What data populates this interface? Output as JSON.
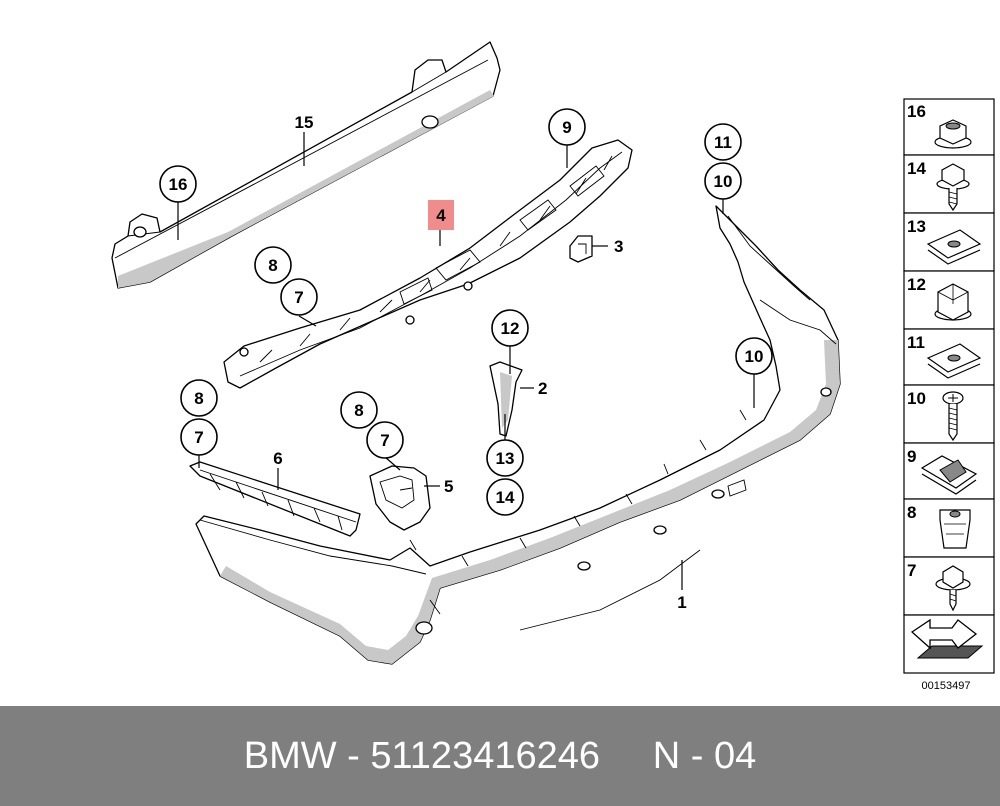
{
  "diagram": {
    "code": "00153497",
    "highlight_color": "#f08c8c",
    "callouts": [
      {
        "id": "c15",
        "label": "15"
      },
      {
        "id": "c16",
        "label": "16"
      },
      {
        "id": "c9",
        "label": "9"
      },
      {
        "id": "c4",
        "label": "4",
        "highlighted": true
      },
      {
        "id": "c3",
        "label": "3"
      },
      {
        "id": "c8a",
        "label": "8"
      },
      {
        "id": "c7a",
        "label": "7"
      },
      {
        "id": "c11",
        "label": "11"
      },
      {
        "id": "c10a",
        "label": "10"
      },
      {
        "id": "c12",
        "label": "12"
      },
      {
        "id": "c2",
        "label": "2"
      },
      {
        "id": "c13",
        "label": "13"
      },
      {
        "id": "c14",
        "label": "14"
      },
      {
        "id": "c10b",
        "label": "10"
      },
      {
        "id": "c8b",
        "label": "8"
      },
      {
        "id": "c7b",
        "label": "7"
      },
      {
        "id": "c6",
        "label": "6"
      },
      {
        "id": "c8c",
        "label": "8"
      },
      {
        "id": "c7c",
        "label": "7"
      },
      {
        "id": "c5",
        "label": "5"
      },
      {
        "id": "c1",
        "label": "1"
      }
    ],
    "side_panel": [
      {
        "label": "16",
        "icon": "hex-nut-flange-icon"
      },
      {
        "label": "14",
        "icon": "hex-bolt-icon"
      },
      {
        "label": "13",
        "icon": "clip-nut-icon"
      },
      {
        "label": "12",
        "icon": "hex-nut-icon"
      },
      {
        "label": "11",
        "icon": "clip-nut-icon"
      },
      {
        "label": "10",
        "icon": "screw-icon"
      },
      {
        "label": "9",
        "icon": "spring-clip-icon"
      },
      {
        "label": "8",
        "icon": "expanding-nut-icon"
      },
      {
        "label": "7",
        "icon": "flange-screw-icon"
      },
      {
        "label": "",
        "icon": "direction-arrow-icon"
      }
    ]
  },
  "footer": {
    "text": "BMW - 51123416246     N - 04"
  }
}
